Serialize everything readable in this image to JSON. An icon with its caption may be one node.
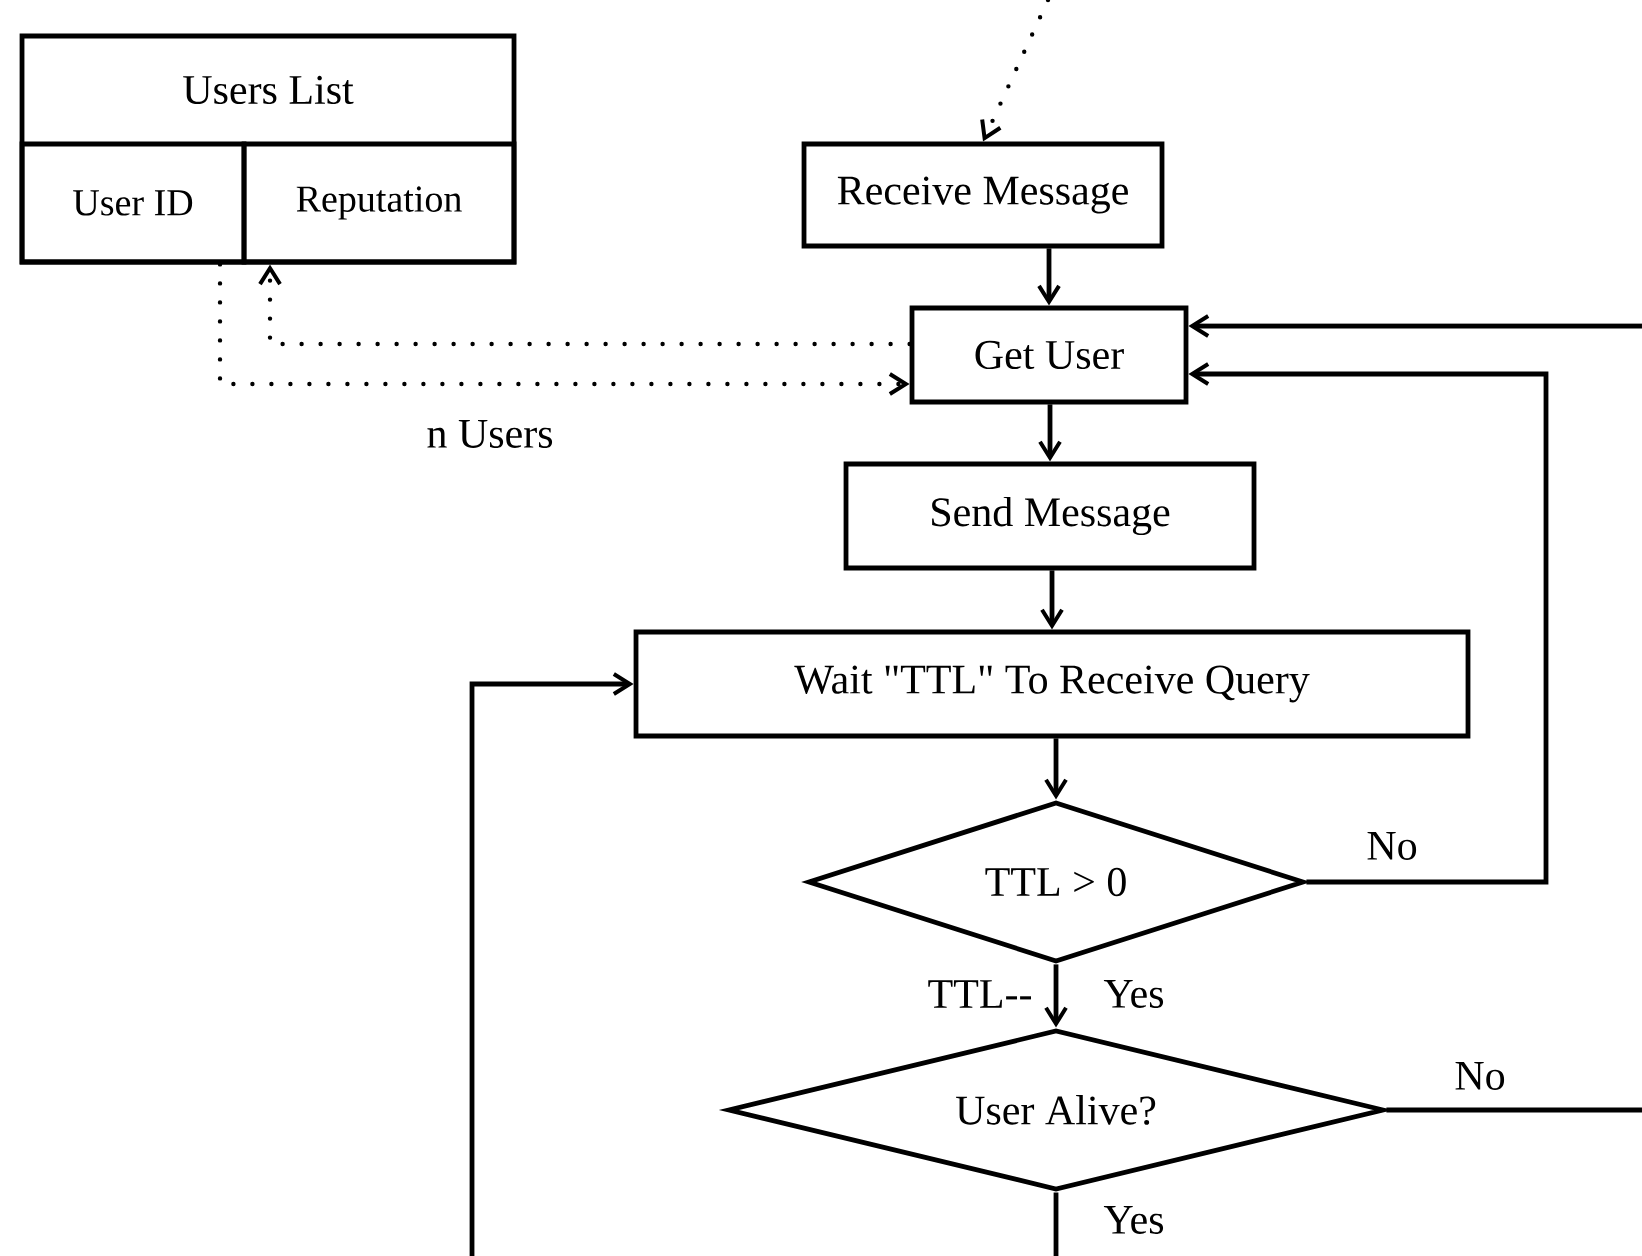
{
  "diagram": {
    "nodes": [
      {
        "text": [
          "Users List"
        ]
      },
      {
        "text": [
          "User ID"
        ],
        "in": 0
      },
      {
        "text": [
          "Reputation"
        ],
        "in": 0
      },
      {
        "text": [
          "Receive Message"
        ]
      },
      {
        "text": [
          "Get User"
        ]
      },
      {
        "text": [
          "Send Message"
        ]
      },
      {
        "text": [
          "Wait \"TTL\" To Receive Query"
        ]
      },
      {
        "text": [
          "TTL > 0"
        ]
      },
      {
        "text": [
          "User Alive?"
        ]
      }
    ],
    "edges": [
      {
        "from": null,
        "to": 3,
        "arrow": "to",
        "style": "dashed"
      },
      {
        "from": 3,
        "to": 4,
        "arrow": "to"
      },
      {
        "from": 4,
        "to": 5,
        "arrow": "to"
      },
      {
        "from": 5,
        "to": 6,
        "arrow": "to"
      },
      {
        "from": 6,
        "to": 7,
        "arrow": "to"
      },
      {
        "from": 7,
        "to": 8,
        "arrow": "to",
        "label": "Yes"
      },
      {
        "from": 7,
        "to": 4,
        "arrow": "to",
        "label": "No"
      },
      {
        "from": null,
        "to": 4,
        "arrow": "to"
      },
      {
        "from": 8,
        "to": null,
        "arrow": "none",
        "label": "No"
      },
      {
        "from": 8,
        "to": null,
        "arrow": "none",
        "label": "Yes"
      },
      {
        "from": null,
        "to": 6,
        "arrow": "to"
      },
      {
        "from": 1,
        "to": 4,
        "arrow": "to",
        "style": "dashed",
        "label": "n Users"
      },
      {
        "from": 4,
        "to": 2,
        "arrow": "to",
        "style": "dashed"
      }
    ],
    "labels": [
      "TTL--"
    ]
  }
}
